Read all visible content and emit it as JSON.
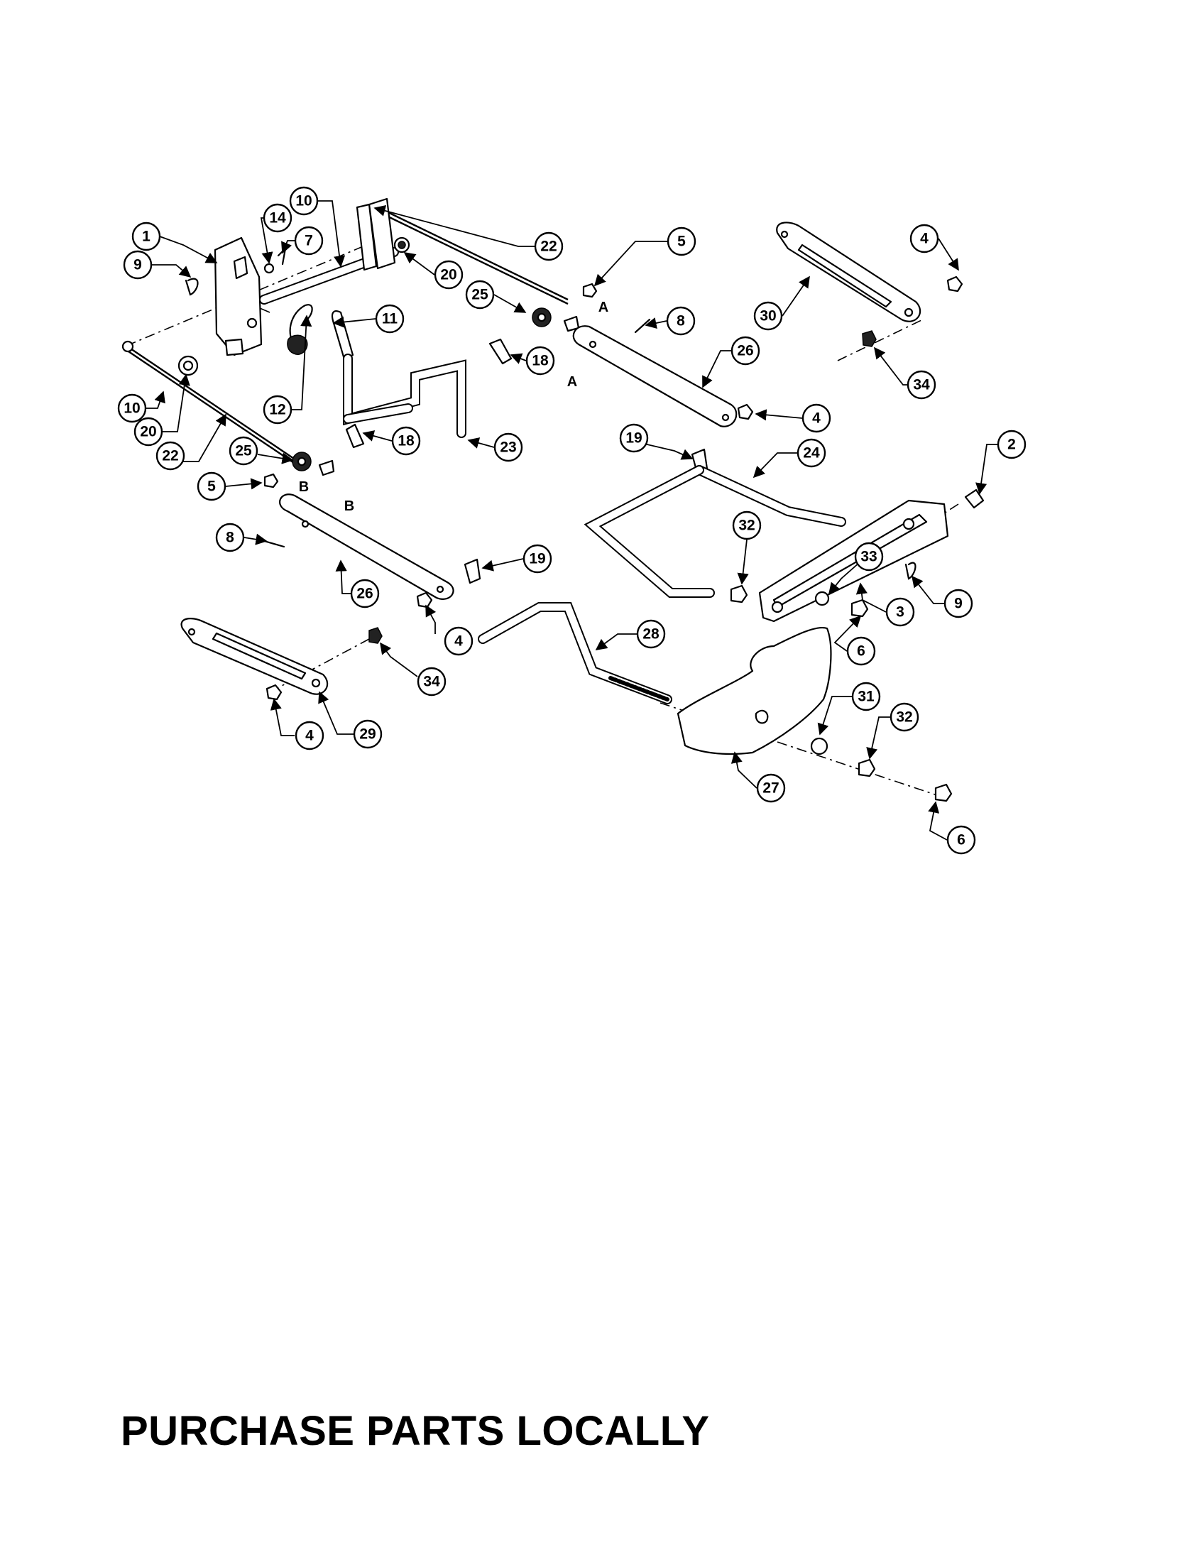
{
  "footer": {
    "note": "PURCHASE PARTS LOCALLY"
  },
  "reference_letters": {
    "a": "A",
    "b": "B"
  },
  "callouts": [
    {
      "id": "c1",
      "label": "1"
    },
    {
      "id": "c2",
      "label": "2"
    },
    {
      "id": "c3",
      "label": "3"
    },
    {
      "id": "c4a",
      "label": "4"
    },
    {
      "id": "c4b",
      "label": "4"
    },
    {
      "id": "c4c",
      "label": "4"
    },
    {
      "id": "c4d",
      "label": "4"
    },
    {
      "id": "c5a",
      "label": "5"
    },
    {
      "id": "c5b",
      "label": "5"
    },
    {
      "id": "c6a",
      "label": "6"
    },
    {
      "id": "c6b",
      "label": "6"
    },
    {
      "id": "c7",
      "label": "7"
    },
    {
      "id": "c8a",
      "label": "8"
    },
    {
      "id": "c8b",
      "label": "8"
    },
    {
      "id": "c9a",
      "label": "9"
    },
    {
      "id": "c9b",
      "label": "9"
    },
    {
      "id": "c10a",
      "label": "10"
    },
    {
      "id": "c10b",
      "label": "10"
    },
    {
      "id": "c11",
      "label": "11"
    },
    {
      "id": "c12",
      "label": "12"
    },
    {
      "id": "c14",
      "label": "14"
    },
    {
      "id": "c18a",
      "label": "18"
    },
    {
      "id": "c18b",
      "label": "18"
    },
    {
      "id": "c19a",
      "label": "19"
    },
    {
      "id": "c19b",
      "label": "19"
    },
    {
      "id": "c20a",
      "label": "20"
    },
    {
      "id": "c20b",
      "label": "20"
    },
    {
      "id": "c22a",
      "label": "22"
    },
    {
      "id": "c22b",
      "label": "22"
    },
    {
      "id": "c23",
      "label": "23"
    },
    {
      "id": "c24",
      "label": "24"
    },
    {
      "id": "c25a",
      "label": "25"
    },
    {
      "id": "c25b",
      "label": "25"
    },
    {
      "id": "c26a",
      "label": "26"
    },
    {
      "id": "c26b",
      "label": "26"
    },
    {
      "id": "c27",
      "label": "27"
    },
    {
      "id": "c28",
      "label": "28"
    },
    {
      "id": "c29",
      "label": "29"
    },
    {
      "id": "c30",
      "label": "30"
    },
    {
      "id": "c31",
      "label": "31"
    },
    {
      "id": "c32a",
      "label": "32"
    },
    {
      "id": "c32b",
      "label": "32"
    },
    {
      "id": "c33",
      "label": "33"
    },
    {
      "id": "c34a",
      "label": "34"
    },
    {
      "id": "c34b",
      "label": "34"
    }
  ]
}
